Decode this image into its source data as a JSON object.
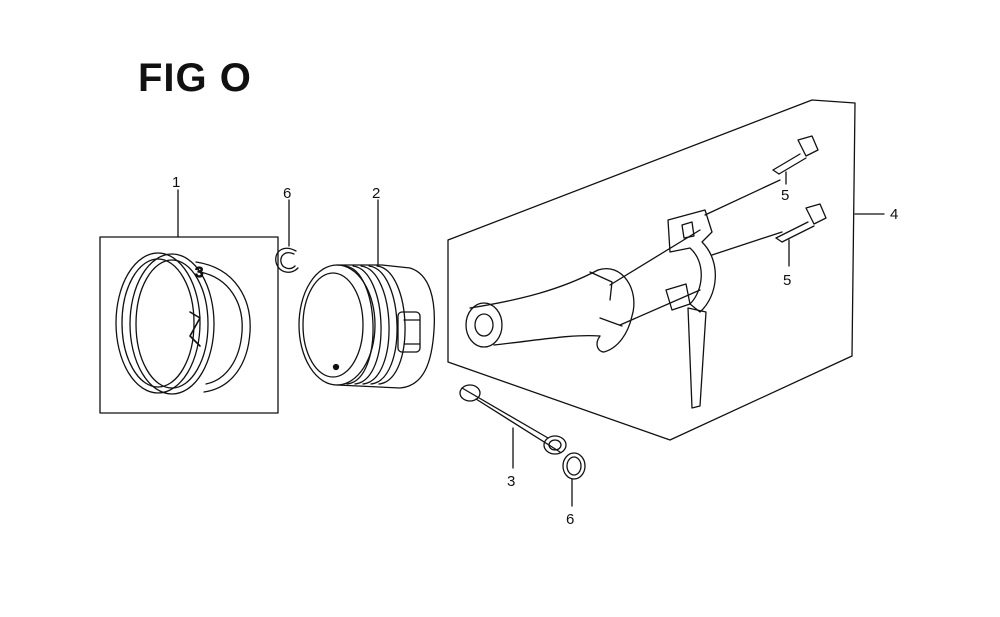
{
  "title": "FIG O",
  "callouts": {
    "c1": "1",
    "c2": "2",
    "c3": "3",
    "c4": "4",
    "c5a": "5",
    "c5b": "5",
    "c6a": "6",
    "c6b": "6"
  },
  "parts": [
    {
      "name": "piston-ring-set-icon"
    },
    {
      "name": "piston-icon"
    },
    {
      "name": "piston-pin-icon"
    },
    {
      "name": "connecting-rod-assembly-icon"
    },
    {
      "name": "bolt-icon"
    },
    {
      "name": "circlip-icon"
    }
  ]
}
